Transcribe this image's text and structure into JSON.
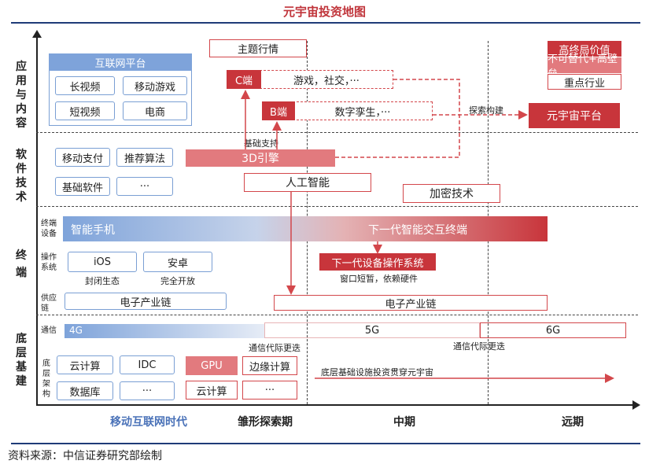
{
  "title": "元宇宙投资地图",
  "source": "资料来源：中信证券研究部绘制",
  "rows": {
    "app": "应用与内容",
    "software": "软件技术",
    "terminal": "终端",
    "infra": "底层基建"
  },
  "periods": {
    "mobile": "移动互联网时代",
    "embryonic": "雏形探索期",
    "mid": "中期",
    "long": "远期"
  },
  "app": {
    "internet_platform": "互联网平台",
    "items": [
      "长视频",
      "移动游戏",
      "短视频",
      "电商"
    ],
    "theme": "主题行情",
    "c_end": "C端",
    "c_content": "游戏，社交，···",
    "b_end": "B端",
    "b_content": "数字孪生，···",
    "explore": "探索构建",
    "metaverse_platform": "元宇宙平台",
    "value_tags": [
      "高终局价值",
      "不可替代+高壁垒",
      "重点行业"
    ]
  },
  "software": {
    "items": [
      "移动支付",
      "推荐算法",
      "基础软件",
      "···"
    ],
    "base_support": "基础支持",
    "engine": "3D引擎",
    "ai": "人工智能",
    "crypto": "加密技术"
  },
  "terminal": {
    "device_label": "终端设备",
    "smartphone": "智能手机",
    "next_interaction": "下一代智能交互终端",
    "os_label": "操作系统",
    "ios": "iOS",
    "android": "安卓",
    "ios_note": "封闭生态",
    "android_note": "完全开放",
    "next_os": "下一代设备操作系统",
    "next_os_note": "窗口短暂，依赖硬件",
    "supply_label": "供应链",
    "chain_old": "电子产业链",
    "chain_new": "电子产业链"
  },
  "infra": {
    "comm_label": "通信",
    "g4": "4G",
    "g5": "5G",
    "g6": "6G",
    "comm_note1": "通信代际更迭",
    "comm_note2": "通信代际更迭",
    "arch_label": "底层架构",
    "old_items": [
      "云计算",
      "IDC",
      "数据库",
      "···"
    ],
    "gpu": "GPU",
    "edge": "边缘计算",
    "cloud": "云计算",
    "dots": "···",
    "invest_note": "底层基础设施投资贯穿元宇宙"
  },
  "colors": {
    "accent_red": "#c8353b",
    "accent_blue": "#7ea3da",
    "title_red": "#c0343a"
  }
}
